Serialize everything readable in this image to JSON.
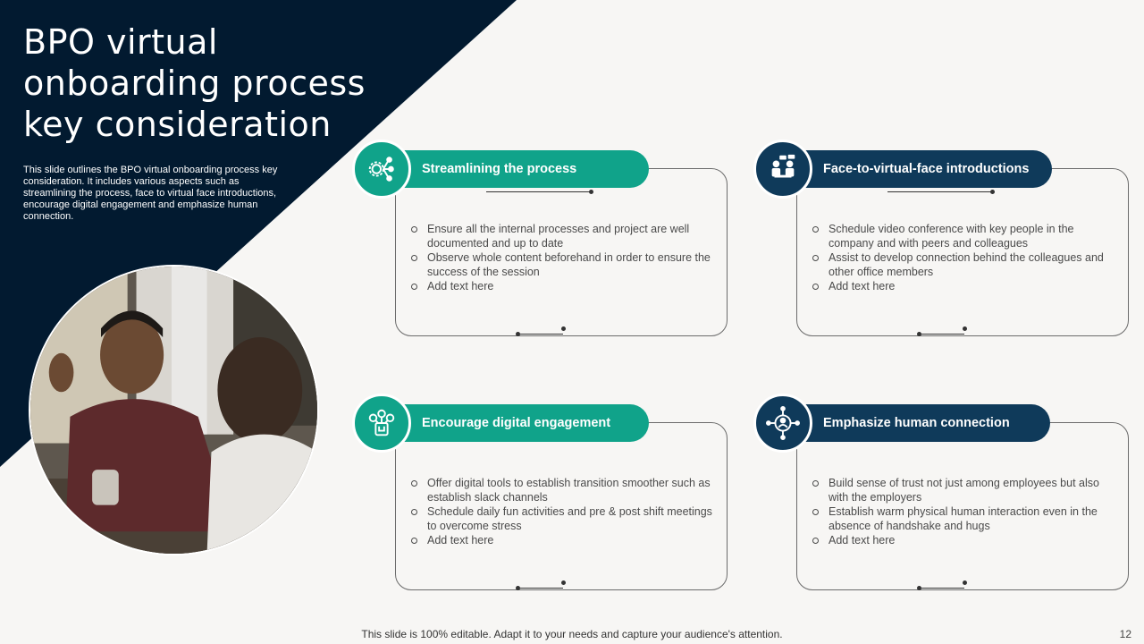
{
  "title": "BPO virtual onboarding process key consideration",
  "subtitle": "This slide outlines the BPO virtual onboarding process key consideration. It includes various aspects such as streamlining the process, face to virtual face introductions, encourage digital engagement and emphasize human connection.",
  "colors": {
    "navy": "#021a30",
    "teal": "#10a38a",
    "dark_blue": "#0f3a5a"
  },
  "cards": [
    {
      "heading": "Streamlining the process",
      "icon": "gear-network-icon",
      "items": [
        "Ensure all the internal processes and project are well documented and up to date",
        "Observe whole content beforehand in order to ensure the success of the session",
        "Add text here"
      ]
    },
    {
      "heading": "Face-to-virtual-face introductions",
      "icon": "meeting-icon",
      "items": [
        "Schedule video conference with key people in the company and with peers and colleagues",
        "Assist to develop connection behind the colleagues and other office members",
        "Add text here"
      ]
    },
    {
      "heading": "Encourage digital engagement",
      "icon": "digital-engagement-icon",
      "items": [
        "Offer digital tools to establish transition smoother such as establish slack channels",
        "Schedule daily fun activities and pre & post shift meetings to overcome stress",
        "Add text here"
      ]
    },
    {
      "heading": "Emphasize human connection",
      "icon": "people-network-icon",
      "items": [
        "Build sense of trust not just among employees but also with the employers",
        "Establish warm physical human interaction even in the absence of handshake and hugs",
        "Add text here"
      ]
    }
  ],
  "footer": "This slide is 100% editable. Adapt it to your needs and capture your audience's attention.",
  "page_number": "12"
}
